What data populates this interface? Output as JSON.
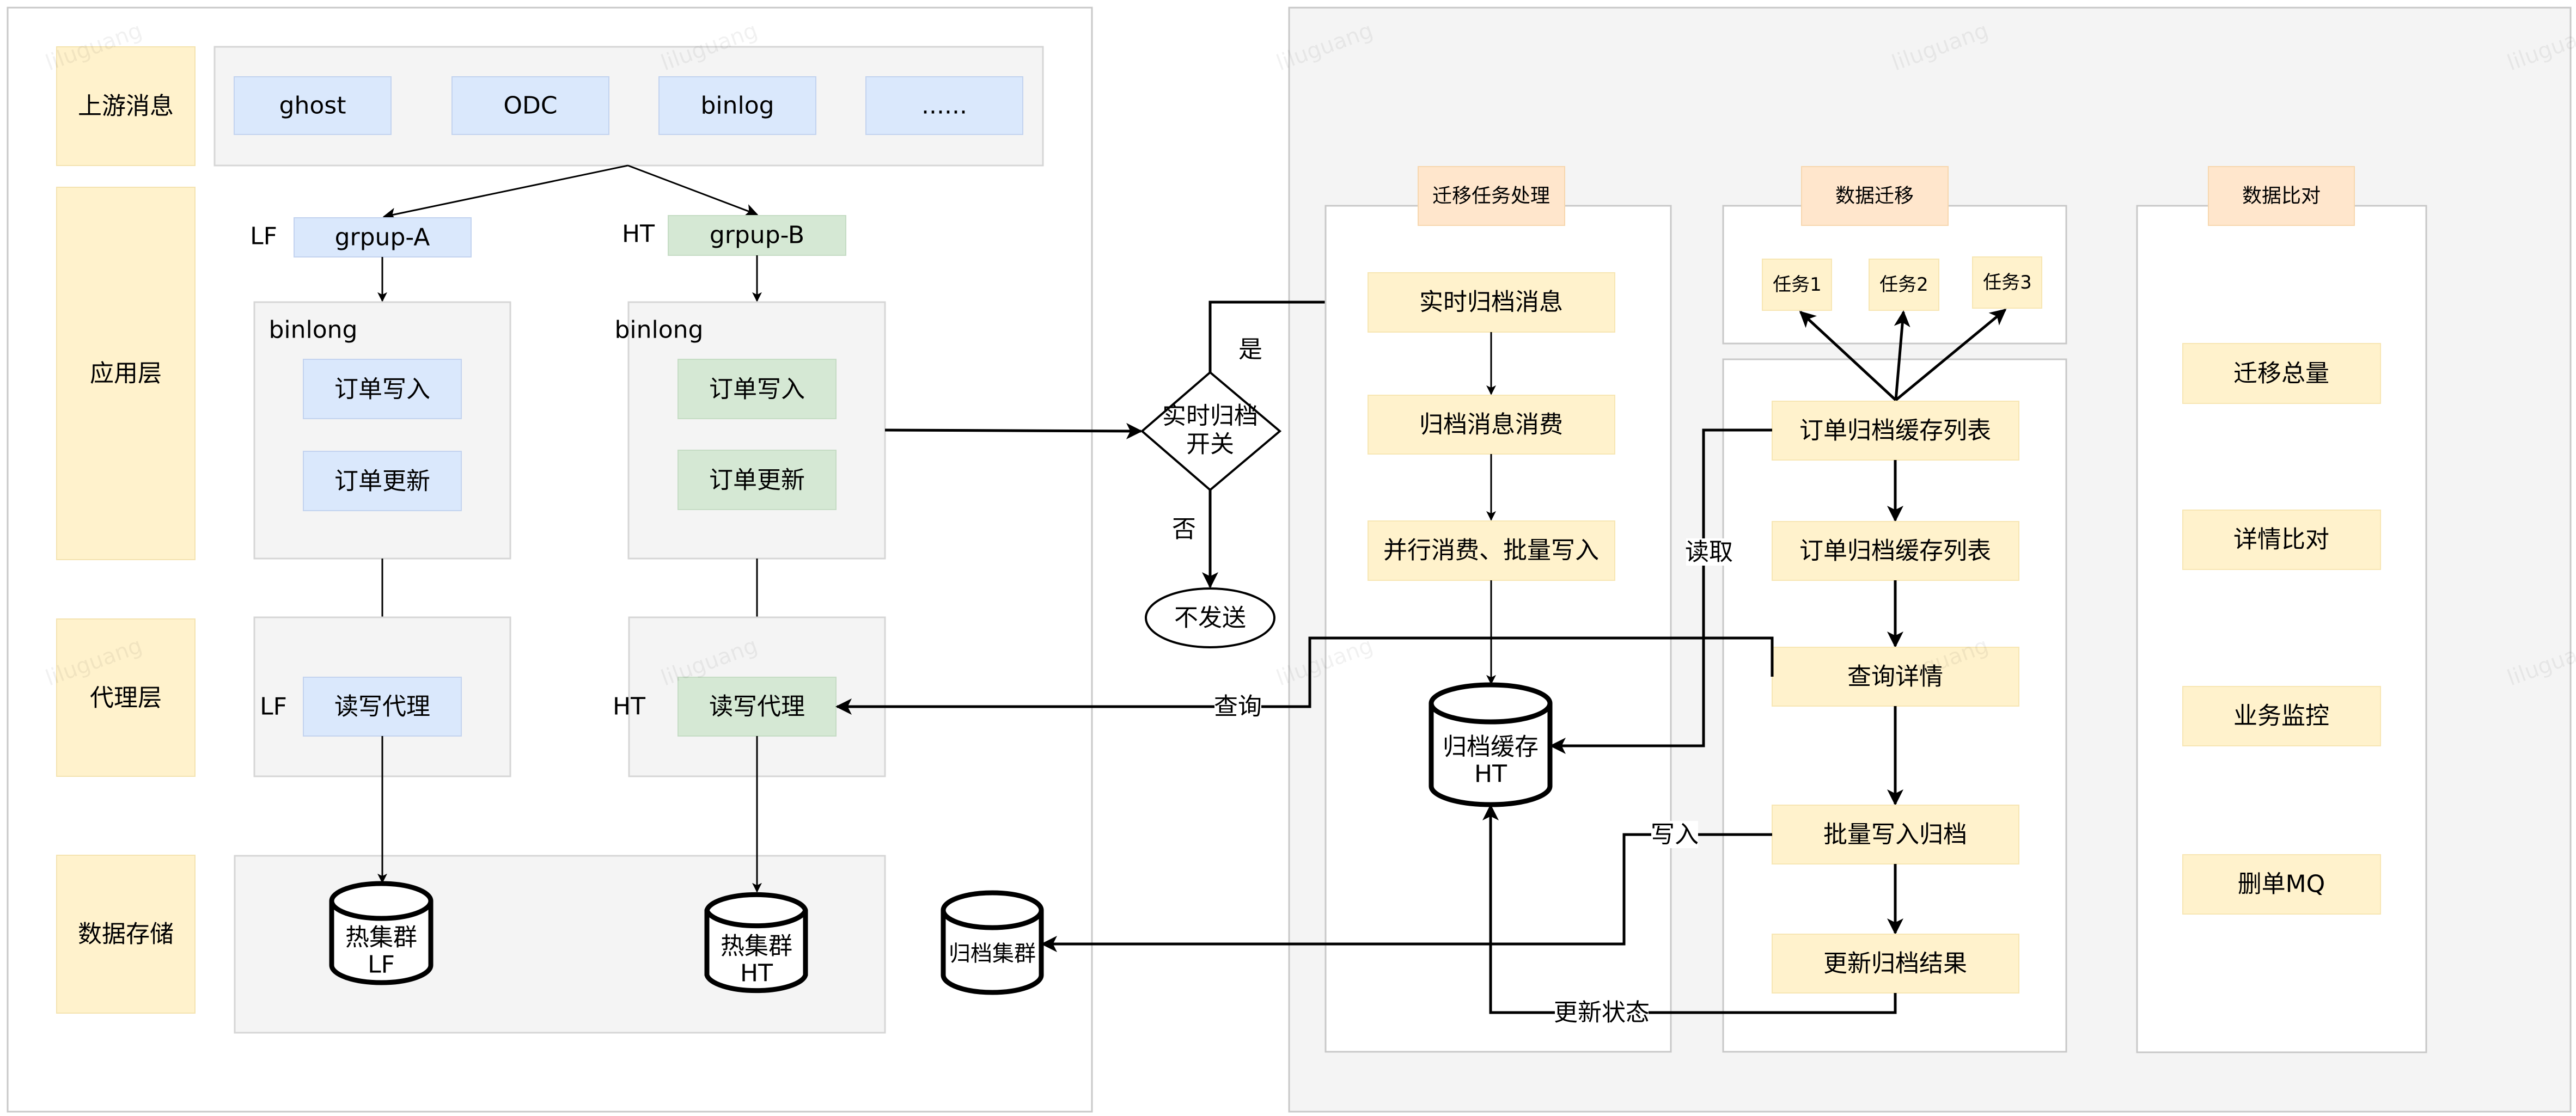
{
  "colors": {
    "layer_label_fill": "#fff2cc",
    "layer_label_stroke": "#f4e3b0",
    "container_fill": "#f4f4f4",
    "container_stroke": "#d6d6d6",
    "blue_fill": "#dae8fc",
    "blue_stroke": "#c3d3ef",
    "green_fill": "#d5e8d4",
    "green_stroke": "#c5dcc4",
    "header_fill": "#ffe6cc",
    "header_stroke": "#f7d7ae",
    "step_fill": "#fff2cc",
    "step_stroke": "#f7e6b3",
    "panel_fill": "#ffffff",
    "right_bg_fill": "#f4f4f4",
    "line": "#000000"
  },
  "watermark": "liluguang",
  "left": {
    "layers": {
      "upstream": "上游消息",
      "app": "应用层",
      "proxy": "代理层",
      "storage": "数据存储"
    },
    "sources": [
      "ghost",
      "ODC",
      "binlog",
      "......"
    ],
    "groups": {
      "a": {
        "site": "LF",
        "name": "grpup-A",
        "binlog_label": "binlong",
        "write": "订单写入",
        "update": "订单更新",
        "proxy_site": "LF",
        "proxy": "读写代理",
        "db_line1": "热集群",
        "db_line2": "LF"
      },
      "b": {
        "site": "HT",
        "name": "grpup-B",
        "binlog_label": "binlong",
        "write": "订单写入",
        "update": "订单更新",
        "proxy_site": "HT",
        "proxy": "读写代理",
        "db_line1": "热集群",
        "db_line2": "HT"
      }
    },
    "archive_cluster": "归档集群"
  },
  "decision": {
    "line1": "实时归档",
    "line2": "开关",
    "yes": "是",
    "no": "否",
    "no_result": "不发送"
  },
  "edge_labels": {
    "query": "查询",
    "read": "读取",
    "write": "写入",
    "update_status": "更新状态"
  },
  "task_panel": {
    "header": "迁移任务处理",
    "steps": [
      "实时归档消息",
      "归档消息消费",
      "并行消费、批量写入"
    ],
    "cache_line1": "归档缓存",
    "cache_line2": "HT"
  },
  "migration_panel": {
    "header": "数据迁移",
    "tasks": [
      "任务1",
      "任务2",
      "任务3"
    ],
    "steps": [
      "订单归档缓存列表",
      "订单归档缓存列表",
      "查询详情",
      "批量写入归档",
      "更新归档结果"
    ]
  },
  "compare_panel": {
    "header": "数据比对",
    "items": [
      "迁移总量",
      "详情比对",
      "业务监控",
      "删单MQ"
    ]
  }
}
